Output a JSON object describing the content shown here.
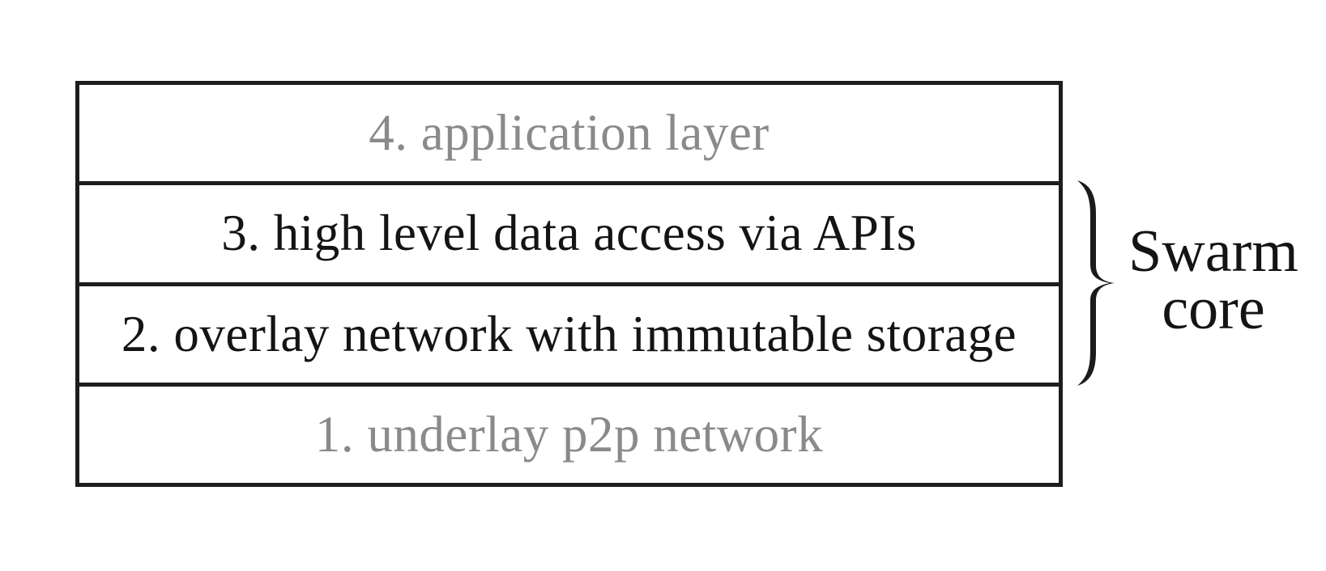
{
  "diagram": {
    "type": "layered-stack",
    "layers": [
      {
        "id": 4,
        "label": "4. application layer",
        "emphasis": "muted"
      },
      {
        "id": 3,
        "label": "3. high level data access via APIs",
        "emphasis": "strong"
      },
      {
        "id": 2,
        "label": "2. overlay network with immutable storage",
        "emphasis": "strong"
      },
      {
        "id": 1,
        "label": "1. underlay p2p network",
        "emphasis": "muted"
      }
    ],
    "brace": {
      "groups_layers": [
        3,
        2
      ],
      "label_line1": "Swarm",
      "label_line2": "core"
    },
    "colors": {
      "background": "#ffffff",
      "border": "#1d1d1d",
      "strong_text": "#141414",
      "muted_text": "#8a8a8a"
    }
  }
}
